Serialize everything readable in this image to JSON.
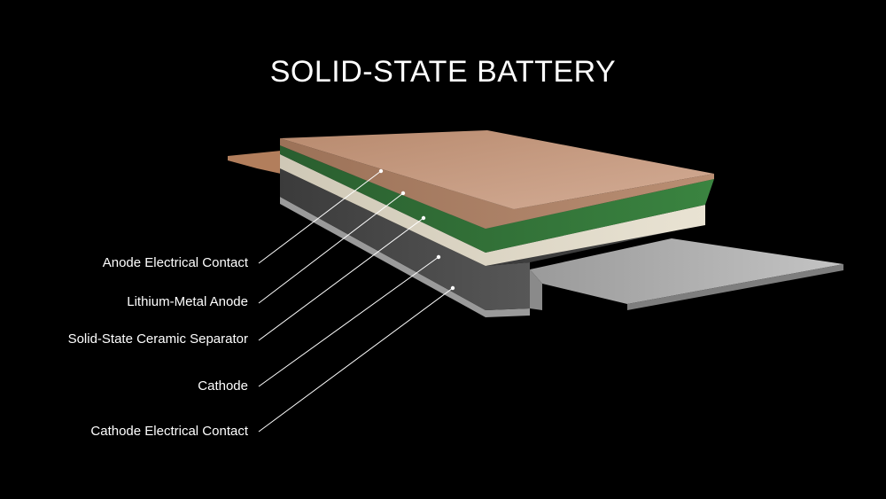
{
  "title": "SOLID-STATE BATTERY",
  "labels": [
    "Anode Electrical Contact",
    "Lithium-Metal Anode",
    "Solid-State Ceramic Separator",
    "Cathode",
    "Cathode Electrical Contact"
  ],
  "colors": {
    "background": "#000000",
    "anode_contact": "#c49678",
    "anode": "#2f6e35",
    "separator": "#ddd6c4",
    "cathode": "#4a4a4a",
    "cathode_contact": "#a9a9a9",
    "leader_line": "#ffffff"
  }
}
